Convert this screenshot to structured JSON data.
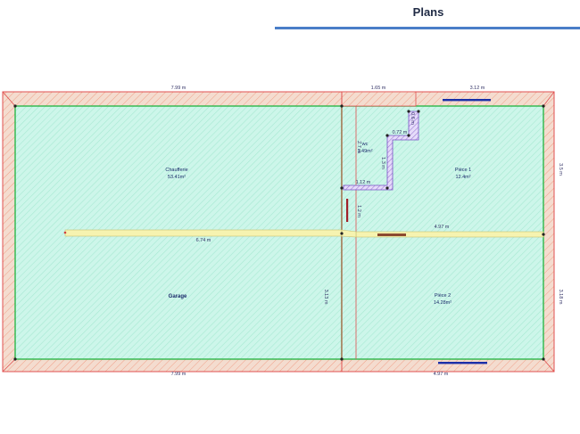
{
  "header": {
    "title": "Plans"
  },
  "plan": {
    "dimensions": {
      "top_left": "7.99 m",
      "top_mid": "1.65 m",
      "top_window": "3.12 m",
      "right_top": "3.5 m",
      "right_bottom": "3.18 m",
      "bottom_left": "7.99 m",
      "bottom_right": "4.97 m",
      "corridor_len": "6.74 m",
      "right_hall": "4.97 m",
      "wall_113": "3.13 m",
      "stair_072": "0.72 m",
      "stair_13": "1.3 m",
      "stair_112": "1.12 m",
      "stair_12": "1.2 m",
      "stair_06": "0.6 m",
      "stair_side": "2.7 m"
    },
    "rooms": {
      "chaufferie_name": "Chaufferie",
      "chaufferie_area": "53.41m²",
      "garage_name": "Garage",
      "piece1_name": "Pièce 1",
      "piece1_area": "12.4m²",
      "piece2_name": "Pièce 2",
      "piece2_area": "14.28m²",
      "wc_name": "wc",
      "wc_area": "1.49m²"
    },
    "colors": {
      "floor_fill": "#c8f5e8",
      "outer_wall": "#e05050",
      "inner_wall": "#2db84a",
      "corridor": "#f6f3b0",
      "stair": "#9c7bd6",
      "window": "#1a2fa8",
      "door": "#a0202a"
    }
  }
}
